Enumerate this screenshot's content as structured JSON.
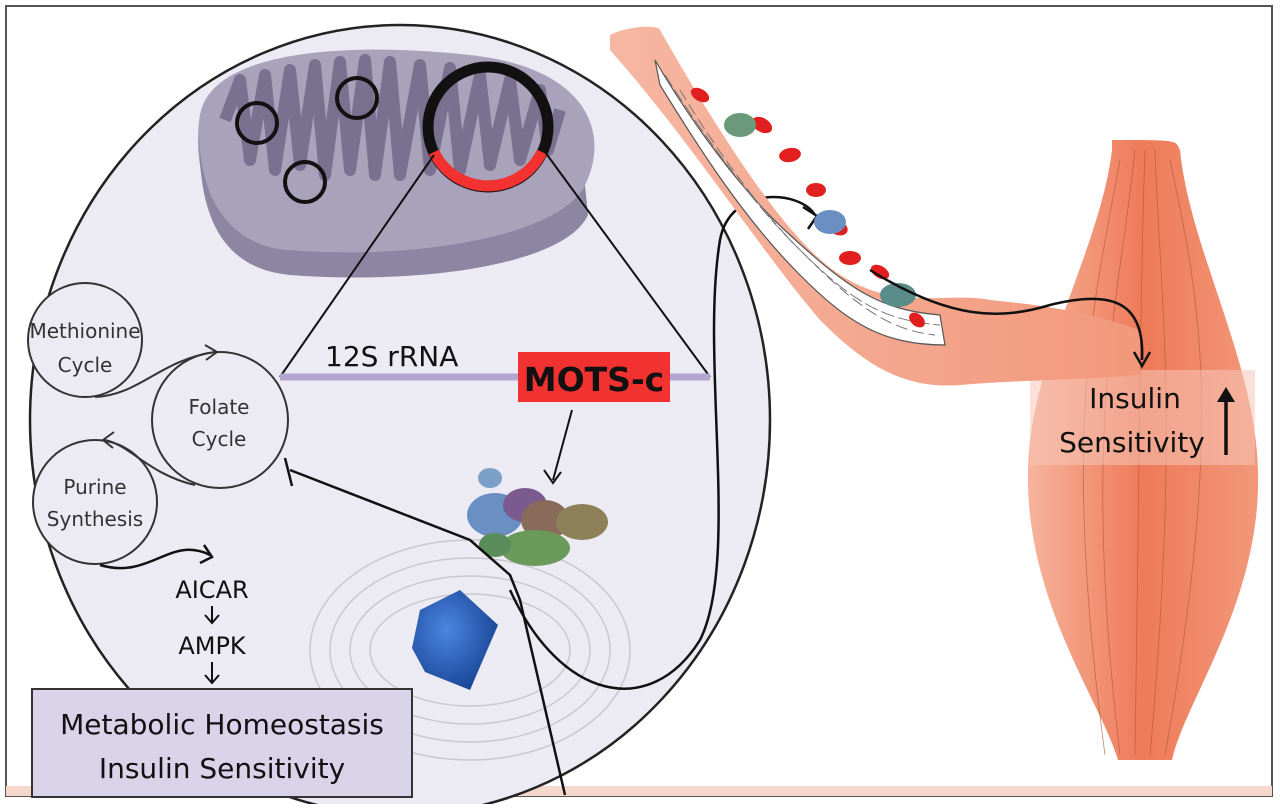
{
  "labels": {
    "methionine_cycle_line1": "Methionine",
    "methionine_cycle_line2": "Cycle",
    "folate_cycle_line1": "Folate",
    "folate_cycle_line2": "Cycle",
    "purine_synthesis_line1": "Purine",
    "purine_synthesis_line2": "Synthesis",
    "aicar": "AICAR",
    "ampk": "AMPK",
    "rrna_12s": "12S rRNA",
    "mots_c": "MOTS-c",
    "outcome_line1": "Metabolic Homeostasis",
    "outcome_line2": "Insulin Sensitivity",
    "muscle_line1": "Insulin",
    "muscle_line2": "Sensitivity"
  },
  "colors": {
    "cell_fill": "#ecebf4",
    "mito_fill": "#a8a2bb",
    "mito_cristae": "#7a7190",
    "rrna_line": "#b3a4d1",
    "mots_red": "#f23131",
    "outcome_box": "#d9d3ea",
    "vessel": "#f3a48c",
    "muscle": "#ee7a58",
    "rbc": "#e11f1f",
    "nucleus_blue": "#1e56b0"
  },
  "icons": {
    "mitochondrion": "mitochondrion-icon",
    "peptide": "peptide-molecule-icon",
    "receptor": "receptor-arrow-icon",
    "up_arrow": "up-arrow-icon"
  }
}
